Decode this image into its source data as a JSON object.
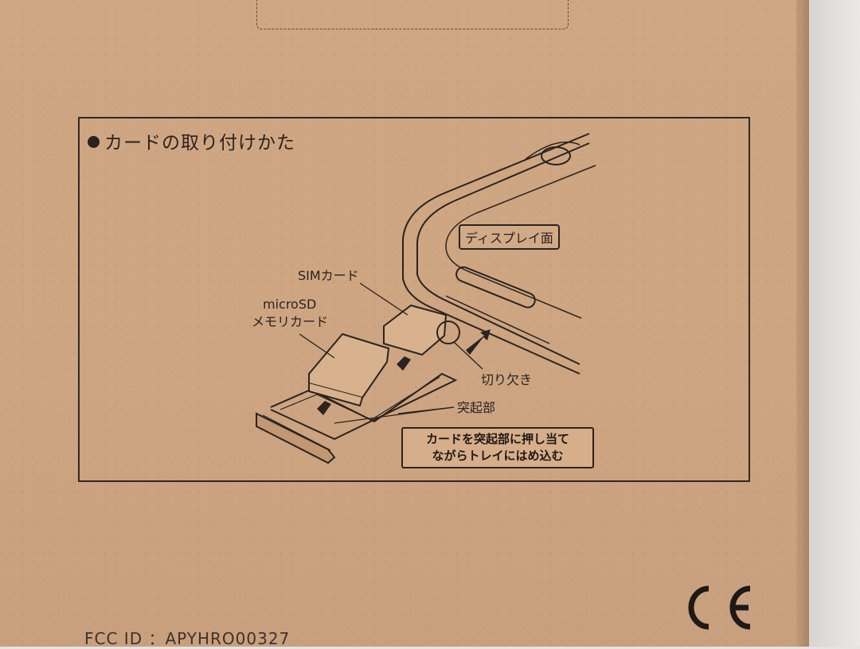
{
  "section": {
    "title": "カードの取り付けかた"
  },
  "labels": {
    "display_side": "ディスプレイ面",
    "sim_card": "SIMカード",
    "microsd_line1": "microSD",
    "microsd_line2": "メモリカード",
    "notch": "切り欠き",
    "protrusion": "突起部",
    "note_line1": "カードを突起部に押し当て",
    "note_line2": "ながらトレイにはめ込む"
  },
  "footer": {
    "fcc_id": "FCC ID ：APYHRO00327",
    "ce_mark": "CE"
  },
  "colors": {
    "cardboard": "#cda582",
    "ink": "#2a231f"
  }
}
